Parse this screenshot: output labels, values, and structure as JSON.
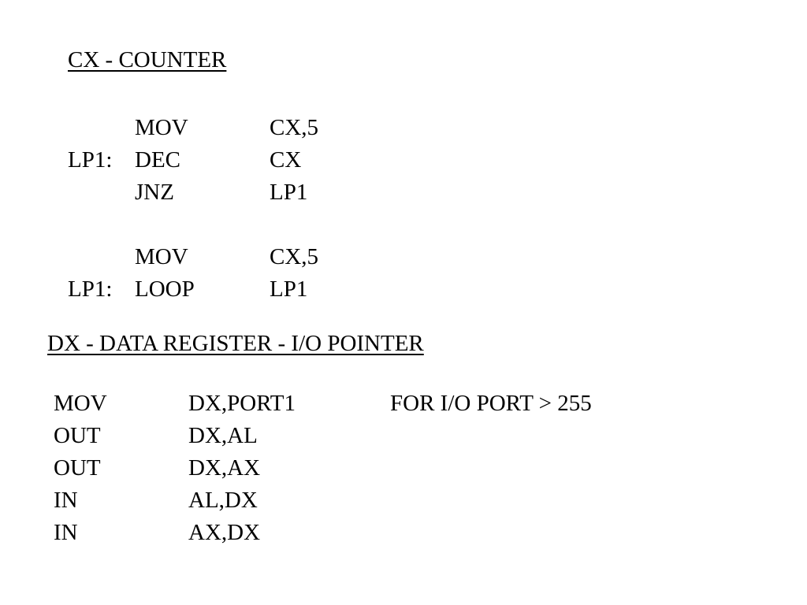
{
  "cx_section": {
    "heading": "CX - COUNTER",
    "lines": [
      {
        "label": "",
        "op": "MOV",
        "operand": "CX,5"
      },
      {
        "label": "LP1:",
        "op": "DEC",
        "operand": "CX"
      },
      {
        "label": "",
        "op": "JNZ",
        "operand": "LP1"
      },
      {
        "label": "",
        "op": "MOV",
        "operand": "CX,5"
      },
      {
        "label": "LP1:",
        "op": "LOOP",
        "operand": "LP1"
      }
    ]
  },
  "dx_section": {
    "heading": "DX - DATA REGISTER - I/O POINTER",
    "lines": [
      {
        "op": "MOV",
        "operand": "DX,PORT1",
        "comment": "FOR I/O PORT > 255"
      },
      {
        "op": "OUT",
        "operand": "DX,AL",
        "comment": ""
      },
      {
        "op": "OUT",
        "operand": "DX,AX",
        "comment": ""
      },
      {
        "op": "IN",
        "operand": "AL,DX",
        "comment": ""
      },
      {
        "op": "IN",
        "operand": "AX,DX",
        "comment": ""
      }
    ]
  }
}
